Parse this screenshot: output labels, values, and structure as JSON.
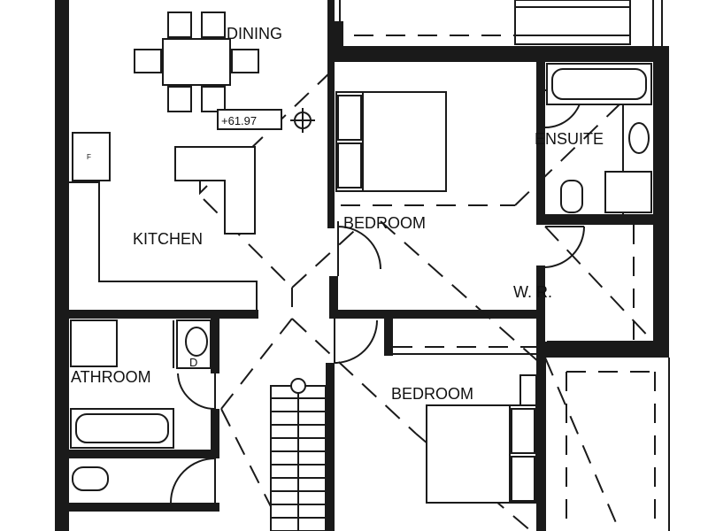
{
  "plan": {
    "rooms": {
      "dining": "DINING",
      "kitchen": "KITCHEN",
      "bedroom_1": "BEDROOM",
      "ensuite": "ENSUITE",
      "wr": "W. R.",
      "bathroom": "ATHROOM",
      "bedroom_2": "BEDROOM"
    },
    "level_marker": "+61.97",
    "fridge_mark": "F",
    "bathroom_fixture_mark": "D"
  }
}
